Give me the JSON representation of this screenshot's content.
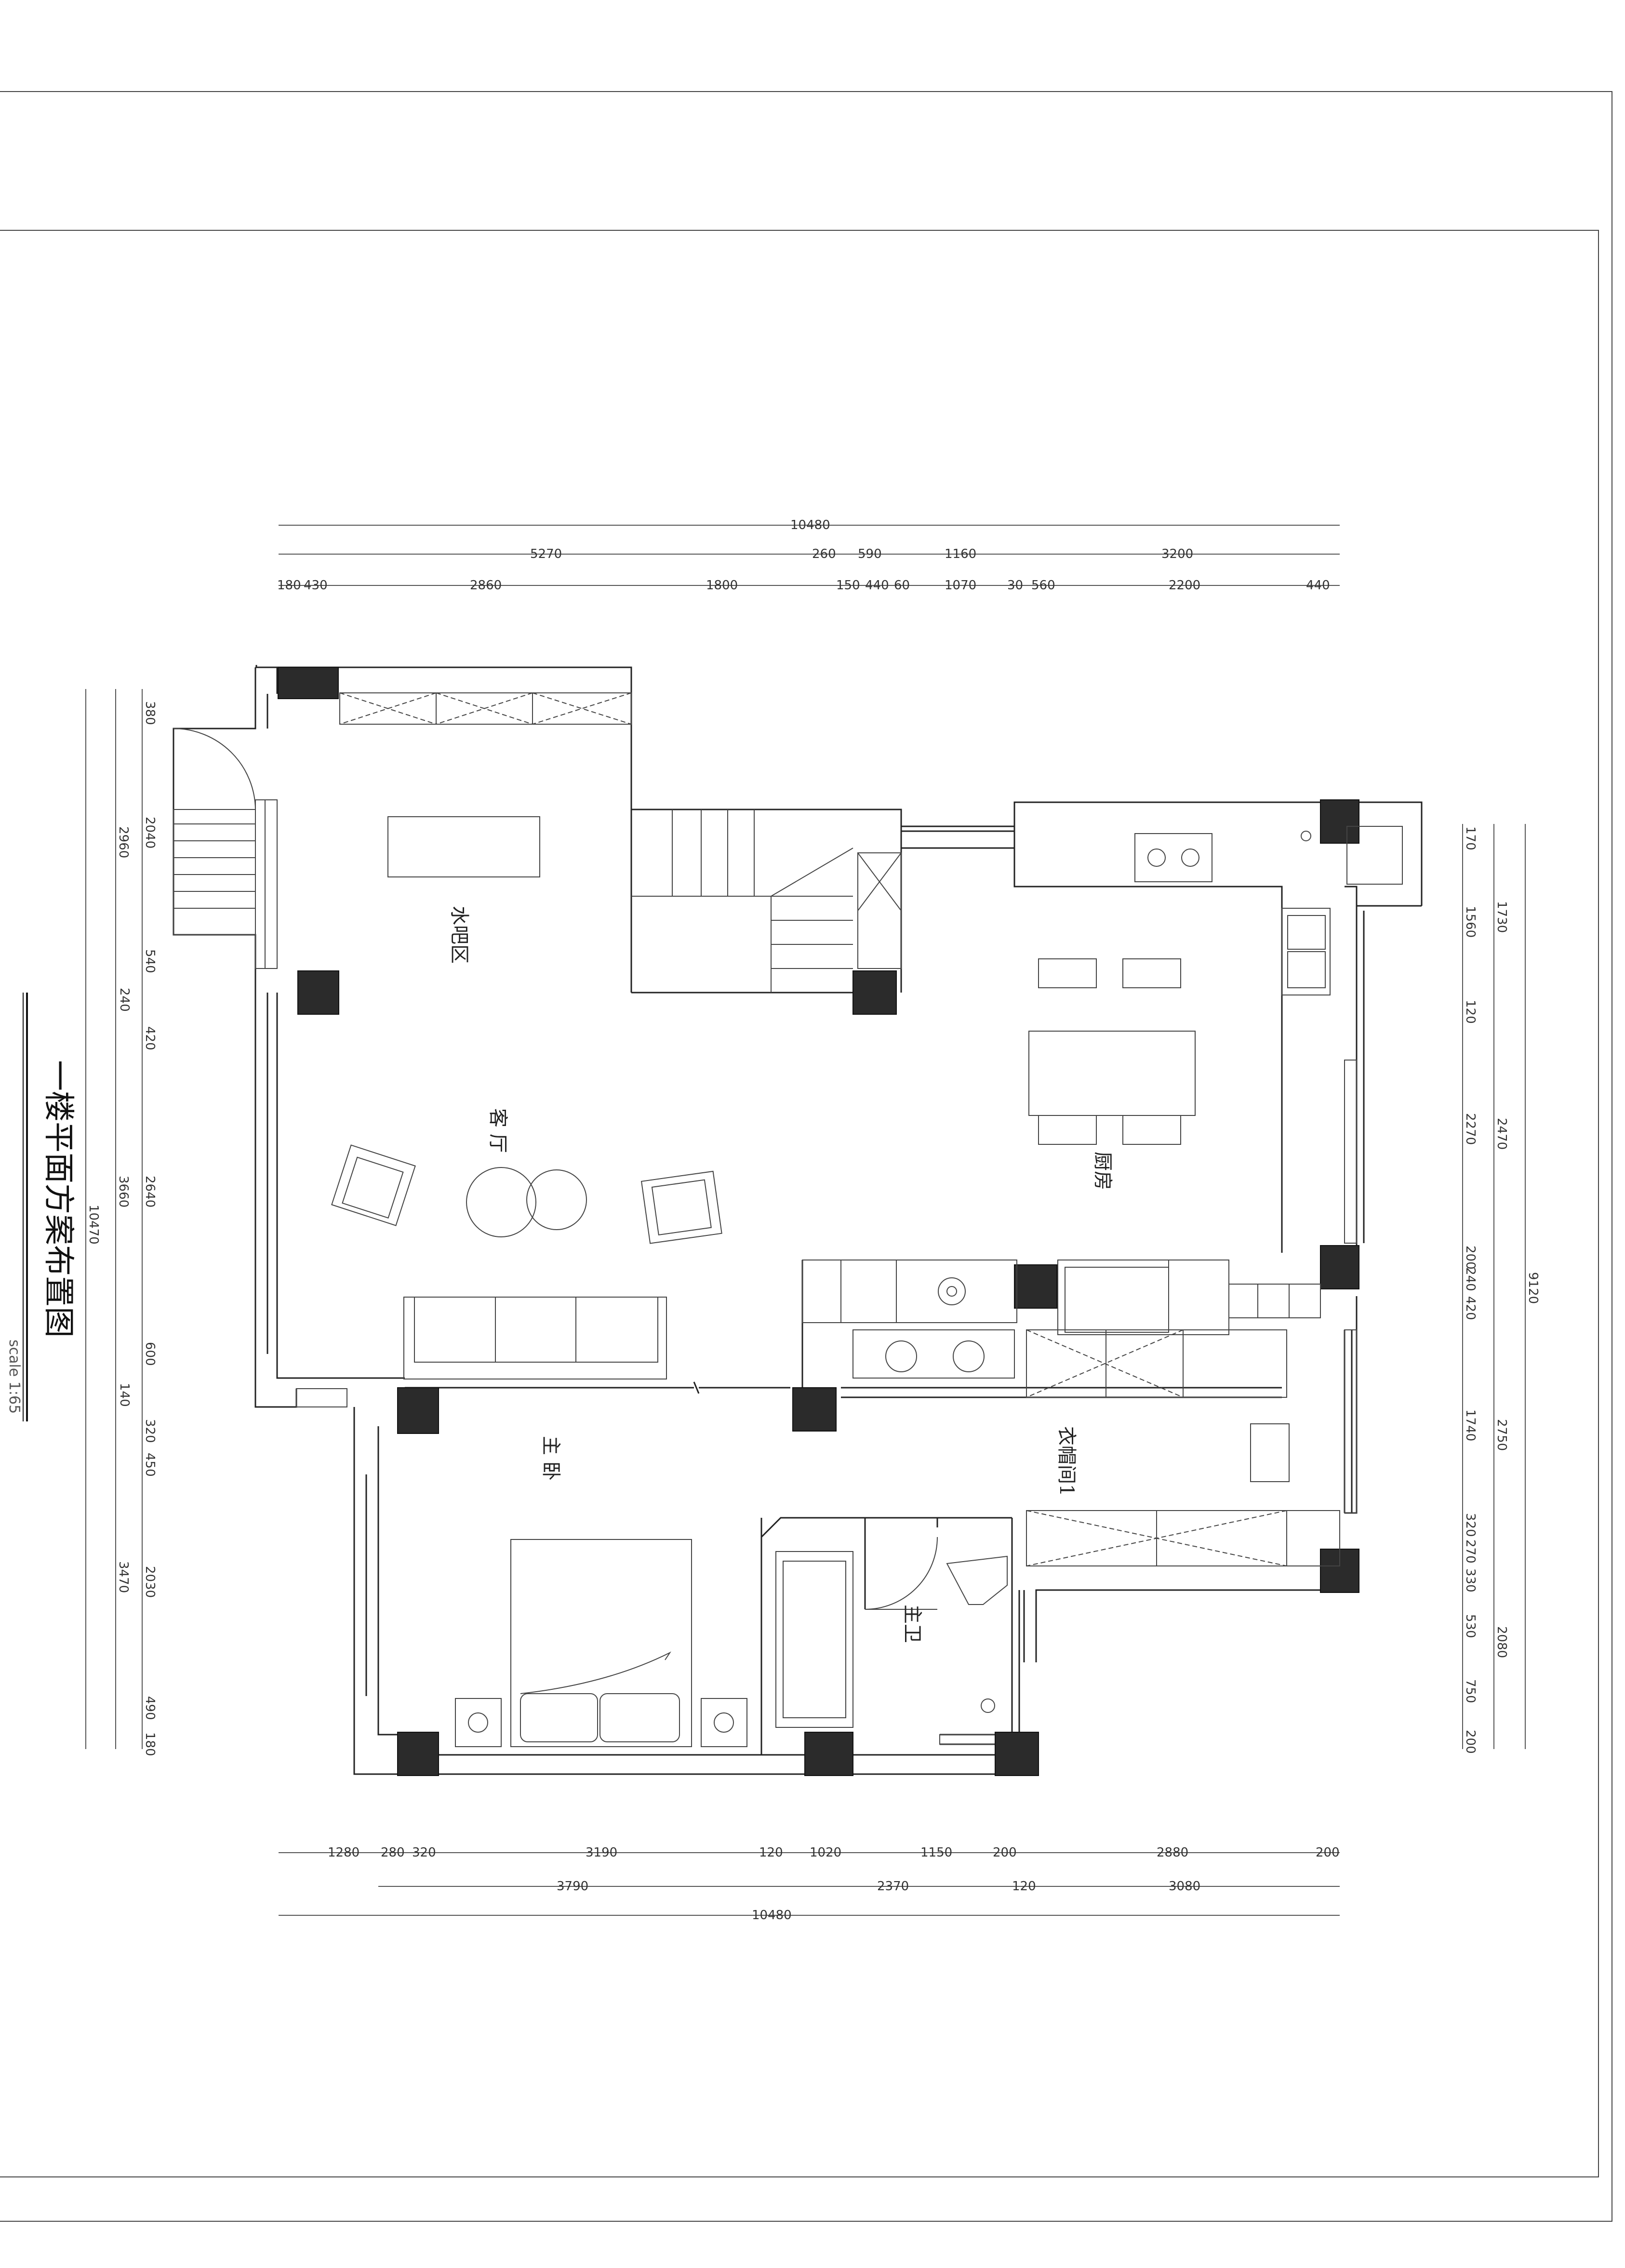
{
  "drawing": {
    "title": "一楼平面方案布置图",
    "scale": "scale 1:65"
  },
  "rooms": {
    "bar": "水吧区",
    "living": "客 厅",
    "kitchen": "厨房",
    "master_bed": "主 卧",
    "cloakroom": "衣帽间1",
    "master_bath": "主卫"
  },
  "dimensions": {
    "top_total": "10480",
    "top_row2": [
      "5270",
      "260",
      "590",
      "1160",
      "3200"
    ],
    "top_row3": [
      "180",
      "430",
      "2860",
      "1800",
      "150",
      "440",
      "60",
      "1070",
      "30",
      "560",
      "2200",
      "440"
    ],
    "bottom_row1": [
      "1280",
      "280",
      "320",
      "3190",
      "120",
      "1020",
      "1150",
      "200",
      "2880",
      "200"
    ],
    "bottom_row2": [
      "3790",
      "2370",
      "120",
      "3080"
    ],
    "bottom_total": "10480",
    "left_outer": "10470",
    "left_mid": [
      "2960",
      "3660",
      "3470"
    ],
    "left_inner": [
      "380",
      "2040",
      "540",
      "240",
      "420",
      "2640",
      "600",
      "140",
      "320",
      "450",
      "2030",
      "490",
      "180"
    ],
    "right_inner": [
      "170",
      "1560",
      "120",
      "2270",
      "200",
      "240",
      "420",
      "1740",
      "320",
      "270",
      "330",
      "530",
      "750",
      "200"
    ],
    "right_mid": [
      "1730",
      "2470",
      "2750",
      "2080"
    ],
    "right_outer": "9120"
  }
}
